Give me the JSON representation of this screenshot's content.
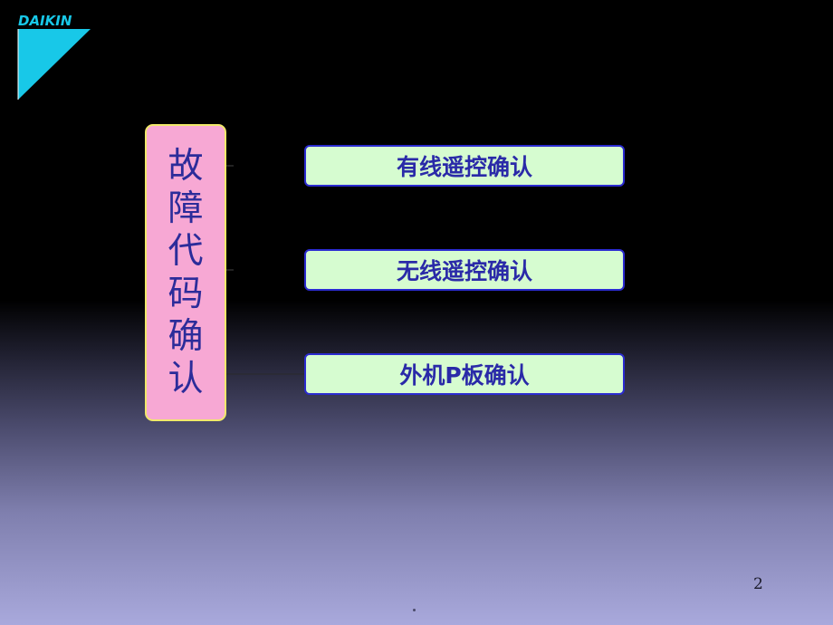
{
  "logo": {
    "brand": "DAIKIN",
    "icon": "daikin-logo-icon",
    "color": "#18c8e8"
  },
  "root": {
    "chars": [
      "故",
      "障",
      "代",
      "码",
      "确",
      "认"
    ],
    "fill": "#f7a8d4",
    "border": "#f0e86a"
  },
  "nodes": [
    {
      "label": "有线遥控确认"
    },
    {
      "label": "无线遥控确认"
    },
    {
      "label": "外机P板确认"
    }
  ],
  "page_number": "2",
  "colors": {
    "node_fill": "#d6fcd0",
    "node_border": "#2b2bd0",
    "text": "#2a2aa8"
  }
}
